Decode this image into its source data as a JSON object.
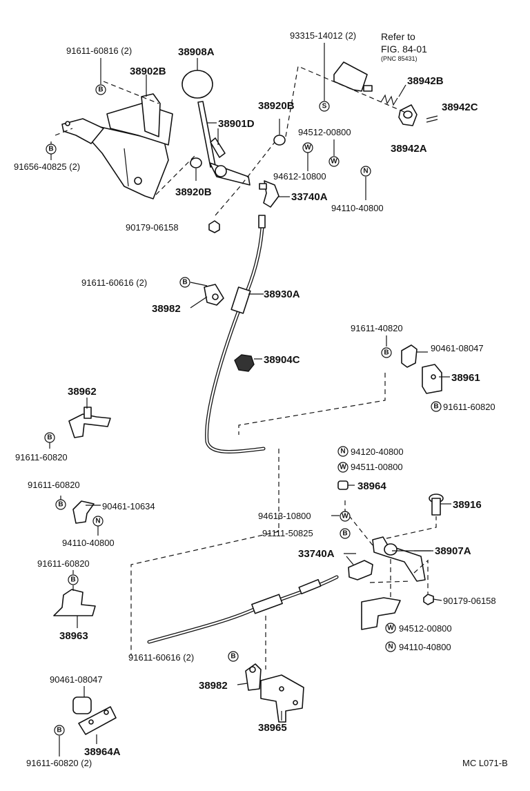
{
  "reference": {
    "part": "93315-14012 (2)",
    "refer_line1": "Refer to",
    "refer_line2": "FIG. 84-01",
    "refer_line3": "(PNC 85431)"
  },
  "symbols": {
    "bolt": "B",
    "washer": "W",
    "nut": "N",
    "screw": "S"
  },
  "labels": {
    "p91611_60816": "91611-60816 (2)",
    "p38908A": "38908A",
    "p38902B": "38902B",
    "p91656_40825": "91656-40825 (2)",
    "p38920B_top": "38920B",
    "p38901D": "38901D",
    "p38920B_low": "38920B",
    "p90179_06158_top": "90179-06158",
    "p38942B": "38942B",
    "p38942C": "38942C",
    "p38942A": "38942A",
    "p94512_00800_top": "94512-00800",
    "p94612_10800": "94612-10800",
    "p94110_40800_top": "94110-40800",
    "p33740A_top": "33740A",
    "p91611_60616_top": "91611-60616 (2)",
    "p38982_top": "38982",
    "p38930A": "38930A",
    "p38904C": "38904C",
    "p91611_40820": "91611-40820",
    "p90461_08047_right": "90461-08047",
    "p38961": "38961",
    "p91611_60820_right": "91611-60820",
    "p38962": "38962",
    "p91611_60820_a": "91611-60820",
    "p91611_60820_b": "91611-60820",
    "p90461_10634": "90461-10634",
    "p94110_40800_left": "94110-40800",
    "p91611_60820_c": "91611-60820",
    "p38963": "38963",
    "p90461_08047_left": "90461-08047",
    "p38964A": "38964A",
    "p91611_60820_d": "91611-60820 (2)",
    "p94120_40800": "94120-40800",
    "p94511_00800": "94511-00800",
    "p38964": "38964",
    "p38916": "38916",
    "p94613_10800": "94613-10800",
    "p91111_50825": "91111-50825",
    "p33740A_low": "33740A",
    "p38907A": "38907A",
    "p90179_06158_low": "90179-06158",
    "p94512_00800_low": "94512-00800",
    "p94110_40800_low": "94110-40800",
    "p91611_60616_low": "91611-60616 (2)",
    "p38982_low": "38982",
    "p38965": "38965"
  },
  "figure_code": "MC L071-B"
}
